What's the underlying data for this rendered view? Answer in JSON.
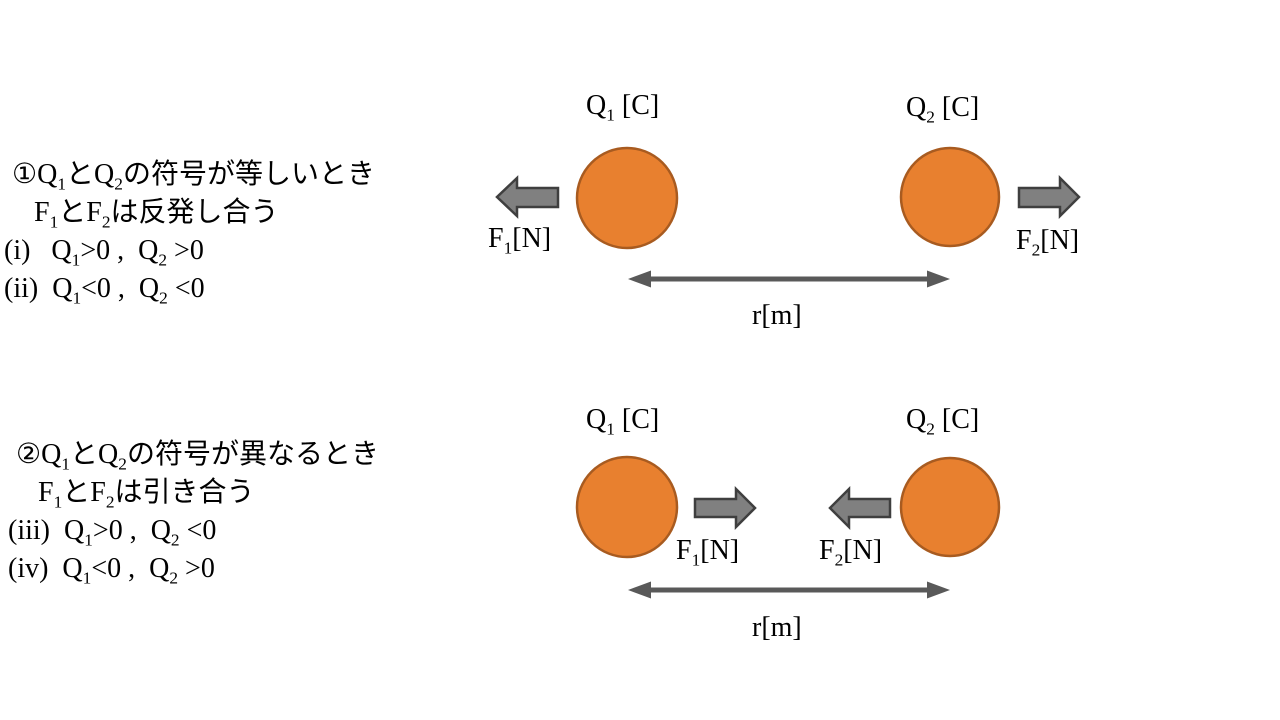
{
  "colors": {
    "background": "#FFFFFF",
    "text": "#000000",
    "charge_fill": "#E8802F",
    "charge_border": "#A85B20",
    "arrow_fill": "#808080",
    "arrow_border": "#3F3F3F",
    "dim_arrow": "#595959"
  },
  "case1": {
    "lines": [
      [
        {
          "t": "①Q"
        },
        {
          "t": "1",
          "sub": true
        },
        {
          "t": "とQ"
        },
        {
          "t": "2",
          "sub": true
        },
        {
          "t": "の符号が等しいとき"
        }
      ],
      [
        {
          "t": "F"
        },
        {
          "t": "1",
          "sub": true
        },
        {
          "t": "とF"
        },
        {
          "t": "2",
          "sub": true
        },
        {
          "t": "は反発し合う"
        }
      ],
      [
        {
          "t": "(i)   Q"
        },
        {
          "t": "1",
          "sub": true
        },
        {
          "t": ">0 ,  Q"
        },
        {
          "t": "2",
          "sub": true
        },
        {
          "t": " >0"
        }
      ],
      [
        {
          "t": "(ii)  Q"
        },
        {
          "t": "1",
          "sub": true
        },
        {
          "t": "<0 ,  Q"
        },
        {
          "t": "2",
          "sub": true
        },
        {
          "t": " <0"
        }
      ]
    ]
  },
  "case2": {
    "lines": [
      [
        {
          "t": "②Q"
        },
        {
          "t": "1",
          "sub": true
        },
        {
          "t": "とQ"
        },
        {
          "t": "2",
          "sub": true
        },
        {
          "t": "の符号が異なるとき"
        }
      ],
      [
        {
          "t": "F"
        },
        {
          "t": "1",
          "sub": true
        },
        {
          "t": "とF"
        },
        {
          "t": "2",
          "sub": true
        },
        {
          "t": "は引き合う"
        }
      ],
      [
        {
          "t": "(iii)  Q"
        },
        {
          "t": "1",
          "sub": true
        },
        {
          "t": ">0 ,  Q"
        },
        {
          "t": "2",
          "sub": true
        },
        {
          "t": " <0"
        }
      ],
      [
        {
          "t": "(iv)  Q"
        },
        {
          "t": "1",
          "sub": true
        },
        {
          "t": "<0 ,  Q"
        },
        {
          "t": "2",
          "sub": true
        },
        {
          "t": " >0"
        }
      ]
    ]
  },
  "diagram1": {
    "q1_label": [
      {
        "t": "Q"
      },
      {
        "t": "1",
        "sub": true
      },
      {
        "t": " [C]"
      }
    ],
    "q2_label": [
      {
        "t": "Q"
      },
      {
        "t": "2",
        "sub": true
      },
      {
        "t": " [C]"
      }
    ],
    "f1_label": [
      {
        "t": "F"
      },
      {
        "t": "1",
        "sub": true
      },
      {
        "t": "[N]"
      }
    ],
    "f2_label": [
      {
        "t": "F"
      },
      {
        "t": "2",
        "sub": true
      },
      {
        "t": "[N]"
      }
    ],
    "r_label": "r[m]"
  },
  "diagram2": {
    "q1_label": [
      {
        "t": "Q"
      },
      {
        "t": "1",
        "sub": true
      },
      {
        "t": " [C]"
      }
    ],
    "q2_label": [
      {
        "t": "Q"
      },
      {
        "t": "2",
        "sub": true
      },
      {
        "t": " [C]"
      }
    ],
    "f1_label": [
      {
        "t": "F"
      },
      {
        "t": "1",
        "sub": true
      },
      {
        "t": "[N]"
      }
    ],
    "f2_label": [
      {
        "t": "F"
      },
      {
        "t": "2",
        "sub": true
      },
      {
        "t": "[N]"
      }
    ],
    "r_label": "r[m]"
  }
}
